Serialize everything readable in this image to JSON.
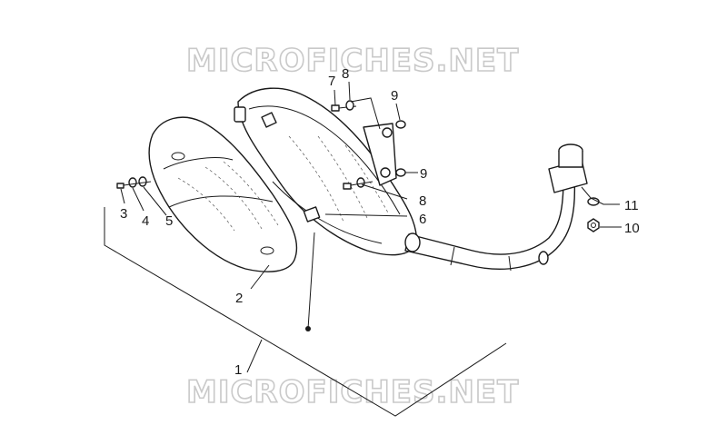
{
  "watermark": {
    "top": "MICROFICHES.NET",
    "bottom": "MICROFICHES.NET"
  },
  "callouts": [
    {
      "id": "c1",
      "label": "1"
    },
    {
      "id": "c2",
      "label": "2"
    },
    {
      "id": "c3",
      "label": "3"
    },
    {
      "id": "c4",
      "label": "4"
    },
    {
      "id": "c5",
      "label": "5"
    },
    {
      "id": "c6",
      "label": "6"
    },
    {
      "id": "c7",
      "label": "7"
    },
    {
      "id": "c8a",
      "label": "8"
    },
    {
      "id": "c8b",
      "label": "8"
    },
    {
      "id": "c9a",
      "label": "9"
    },
    {
      "id": "c9b",
      "label": "9"
    },
    {
      "id": "c10",
      "label": "10"
    },
    {
      "id": "c11",
      "label": "11"
    }
  ]
}
